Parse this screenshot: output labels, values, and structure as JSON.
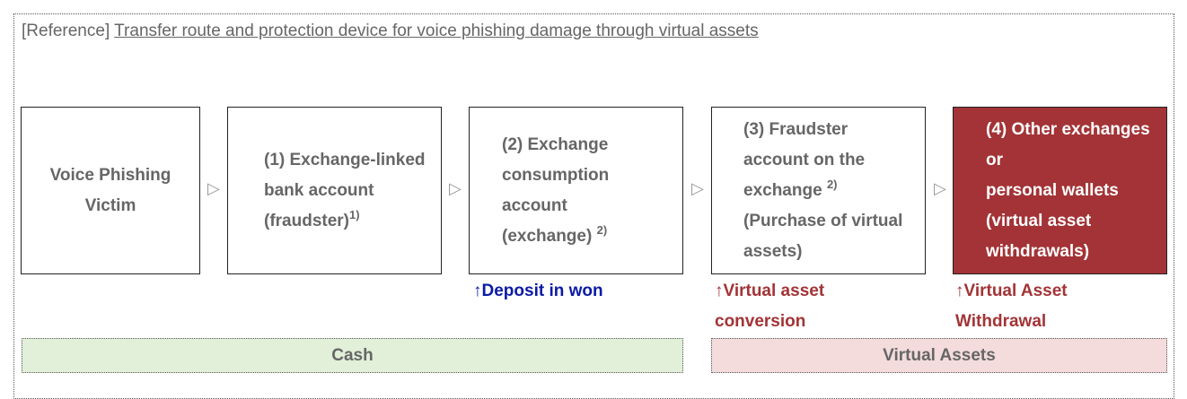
{
  "reference": {
    "prefix": "[Reference] ",
    "title": "Transfer route and protection device for voice phishing damage through virtual assets"
  },
  "flow": {
    "arrow": "▷",
    "victim": {
      "line1": "Voice Phishing",
      "line2": "Victim"
    },
    "step1": {
      "line1": "(1) Exchange-linked",
      "line2": "bank account",
      "line3": "(fraudster)",
      "sup": "1)"
    },
    "step2": {
      "line1": "(2) Exchange",
      "line2": "consumption",
      "line3": "account",
      "line4": "(exchange)",
      "sup": "2)"
    },
    "step3": {
      "line1": "(3) Fraudster",
      "line2": "account on the",
      "line3": "exchange",
      "sup": "2)",
      "line4": "(Purchase of virtual",
      "line5": "assets)"
    },
    "step4": {
      "line1": "(4) Other exchanges",
      "line2": "or",
      "line3": "personal wallets",
      "line4": "(virtual asset",
      "line5": "withdrawals)"
    }
  },
  "notes": {
    "deposit": "↑Deposit in won",
    "conversion_line1": "↑Virtual asset",
    "conversion_line2": "conversion",
    "withdrawal_line1": "↑Virtual Asset",
    "withdrawal_line2": "Withdrawal"
  },
  "bands": {
    "cash": "Cash",
    "virtual_assets": "Virtual Assets"
  },
  "colors": {
    "red_box": "#a33336",
    "blue_note": "#0b1aa6",
    "cash_band": "#e2efd9",
    "virtual_band": "#f4dcdc"
  }
}
